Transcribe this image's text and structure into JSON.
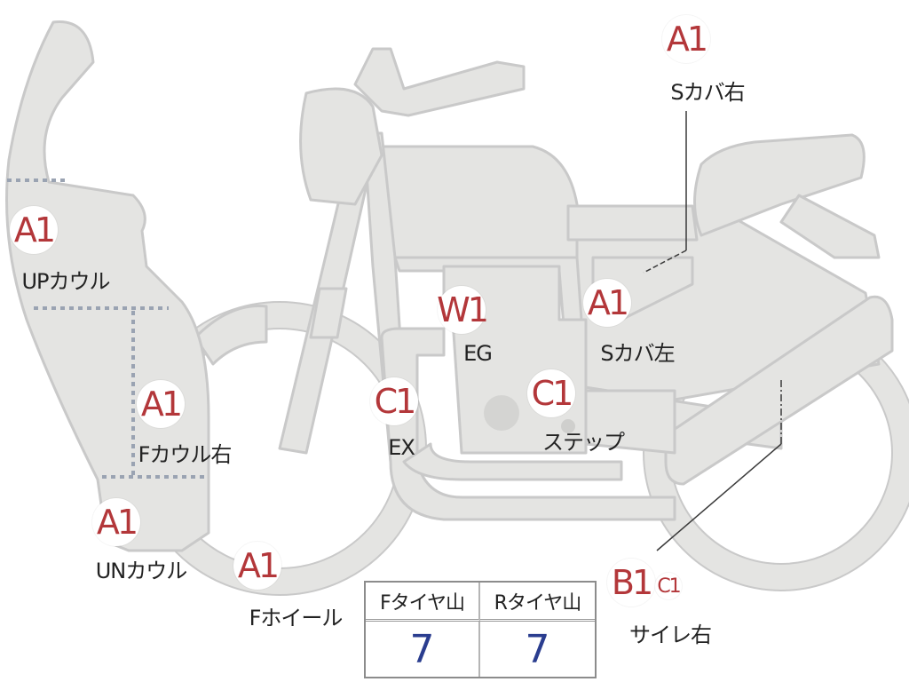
{
  "colors": {
    "body_fill": "#e4e4e2",
    "body_stroke": "#c9c9c9",
    "grade_text": "#b3373a",
    "tread_value": "#2a3d8f",
    "dotted_line": "#9aa3b2"
  },
  "parts": [
    {
      "id": "s-cover-right",
      "grade": "A1",
      "label": "Sカバ右"
    },
    {
      "id": "up-cowl",
      "grade": "A1",
      "label": "UPカウル"
    },
    {
      "id": "engine",
      "grade": "W1",
      "label": "EG"
    },
    {
      "id": "s-cover-left",
      "grade": "A1",
      "label": "Sカバ左"
    },
    {
      "id": "f-cowl-right",
      "grade": "A1",
      "label": "Fカウル右"
    },
    {
      "id": "exhaust",
      "grade": "C1",
      "label": "EX"
    },
    {
      "id": "step",
      "grade": "C1",
      "label": "ステップ"
    },
    {
      "id": "un-cowl",
      "grade": "A1",
      "label": "UNカウル"
    },
    {
      "id": "f-wheel",
      "grade": "A1",
      "label": "Fホイール"
    },
    {
      "id": "silencer-right",
      "grade": "B1",
      "grade2": "C1",
      "label": "サイレ右"
    }
  ],
  "tire_table": {
    "front_header": "Fタイヤ山",
    "rear_header": "Rタイヤ山",
    "front_value": "7",
    "rear_value": "7"
  }
}
